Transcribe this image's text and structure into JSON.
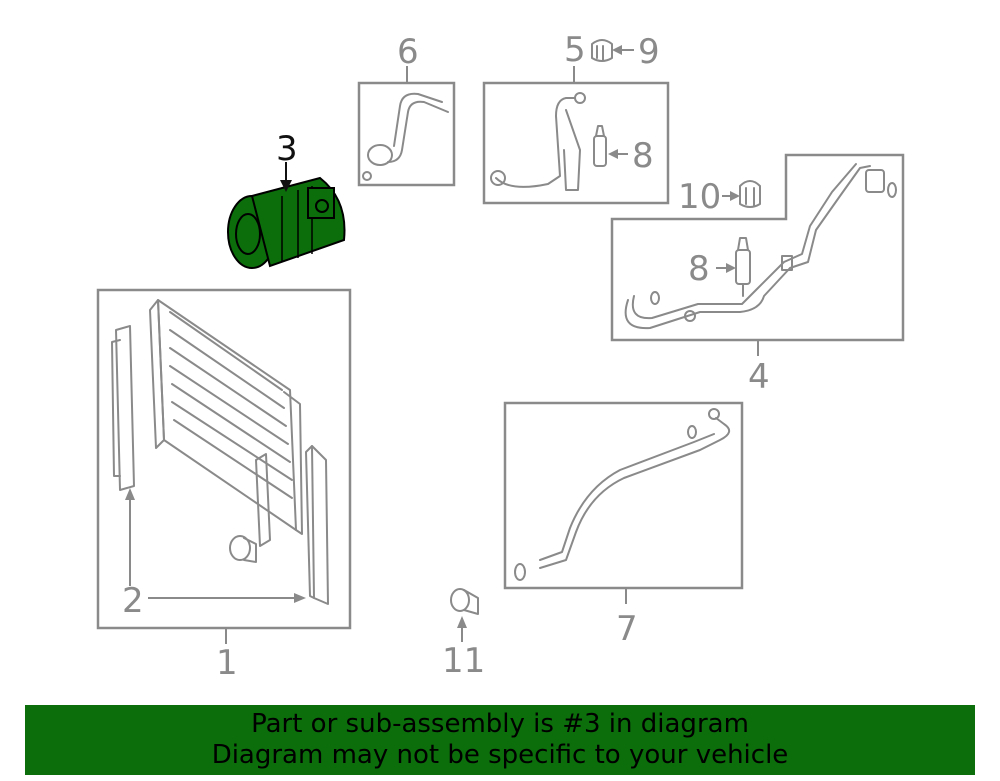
{
  "callouts": {
    "c1": "1",
    "c2": "2",
    "c3": "3",
    "c4": "4",
    "c5": "5",
    "c6": "6",
    "c7": "7",
    "c8a": "8",
    "c8b": "8",
    "c9": "9",
    "c10": "10",
    "c11": "11"
  },
  "highlighted_part": "3",
  "colors": {
    "highlight": "#0b6e0b",
    "banner": "#0b6e0b",
    "line": "#8a8a8a"
  },
  "banner": {
    "line1": "Part or sub-assembly is #3 in diagram",
    "line2": "Diagram may not be specific to your vehicle"
  }
}
